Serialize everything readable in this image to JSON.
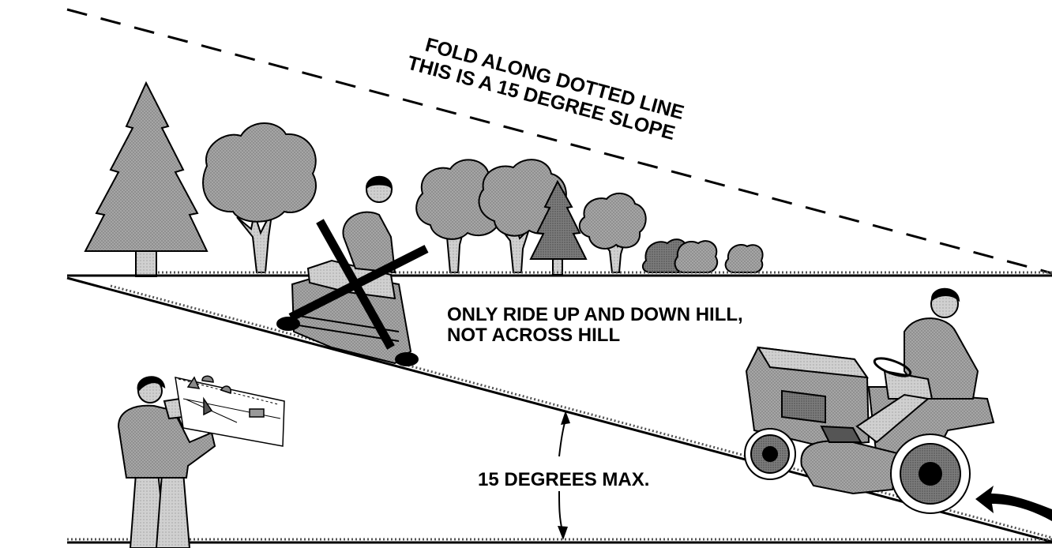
{
  "fold_line": {
    "line1": "FOLD ALONG DOTTED LINE",
    "line2": "THIS IS A 15 DEGREE SLOPE"
  },
  "instruction": {
    "line1": "ONLY RIDE UP AND DOWN HILL,",
    "line2": "NOT ACROSS HILL"
  },
  "angle_label": "15 DEGREES MAX.",
  "colors": {
    "ink": "#000000",
    "foliage": "#9a9a9a",
    "foliage_dark": "#7a7a7a",
    "body_gray": "#b0b0b0",
    "paper": "#ffffff"
  }
}
